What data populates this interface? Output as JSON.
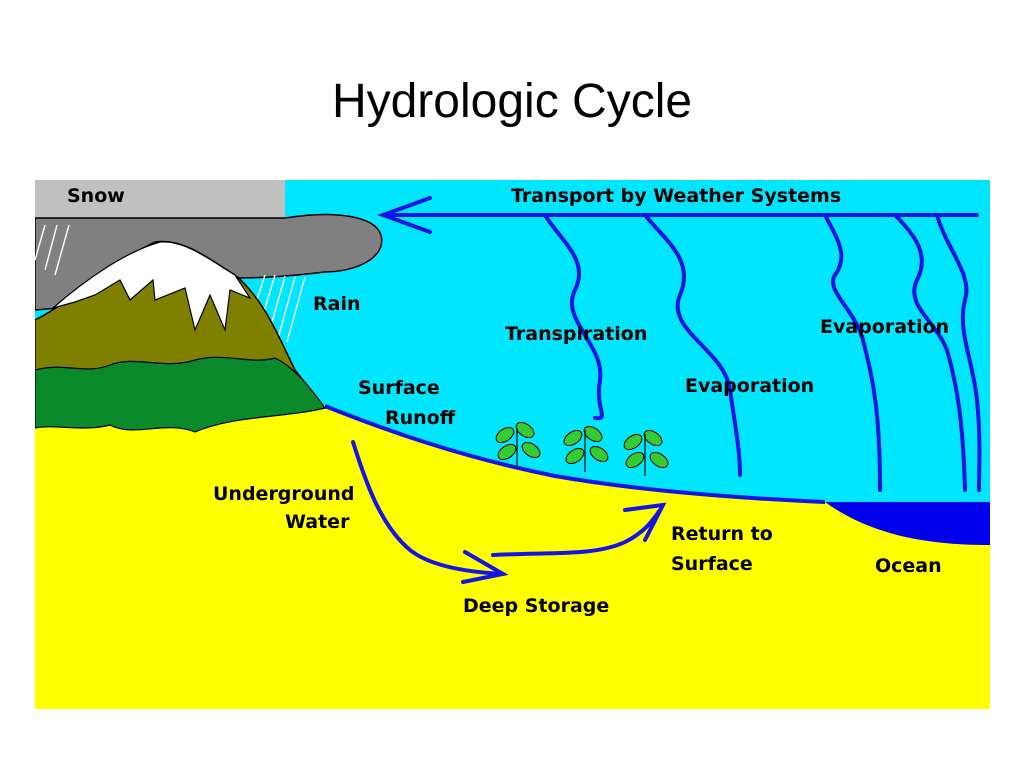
{
  "slide": {
    "title": "Hydrologic Cycle"
  },
  "colors": {
    "sky": "#00e6ff",
    "ground": "#ffff00",
    "water_arrow": "#1414e6",
    "ocean": "#0000ee",
    "cloud": "#808080",
    "snow_band": "#c0c0c0",
    "mountain": "#808000",
    "forest": "#0a8a2a",
    "snowcap": "#ffffff",
    "plant_leaf": "#33cc33"
  },
  "diagram": {
    "labels": {
      "snow": "Snow",
      "transport": "Transport by Weather Systems",
      "rain": "Rain",
      "transpiration": "Transpiration",
      "evaporation_left": "Evaporation",
      "evaporation_right": "Evaporation",
      "surface_runoff_line1": "Surface",
      "surface_runoff_line2": "Runoff",
      "underground_line1": "Underground",
      "underground_line2": "Water",
      "return_line1": "Return to",
      "return_line2": "Surface",
      "ocean": "Ocean",
      "deep_storage": "Deep Storage"
    },
    "icons": [
      "cloud-icon",
      "mountain-icon",
      "plant-icon",
      "arrow-icon"
    ]
  }
}
